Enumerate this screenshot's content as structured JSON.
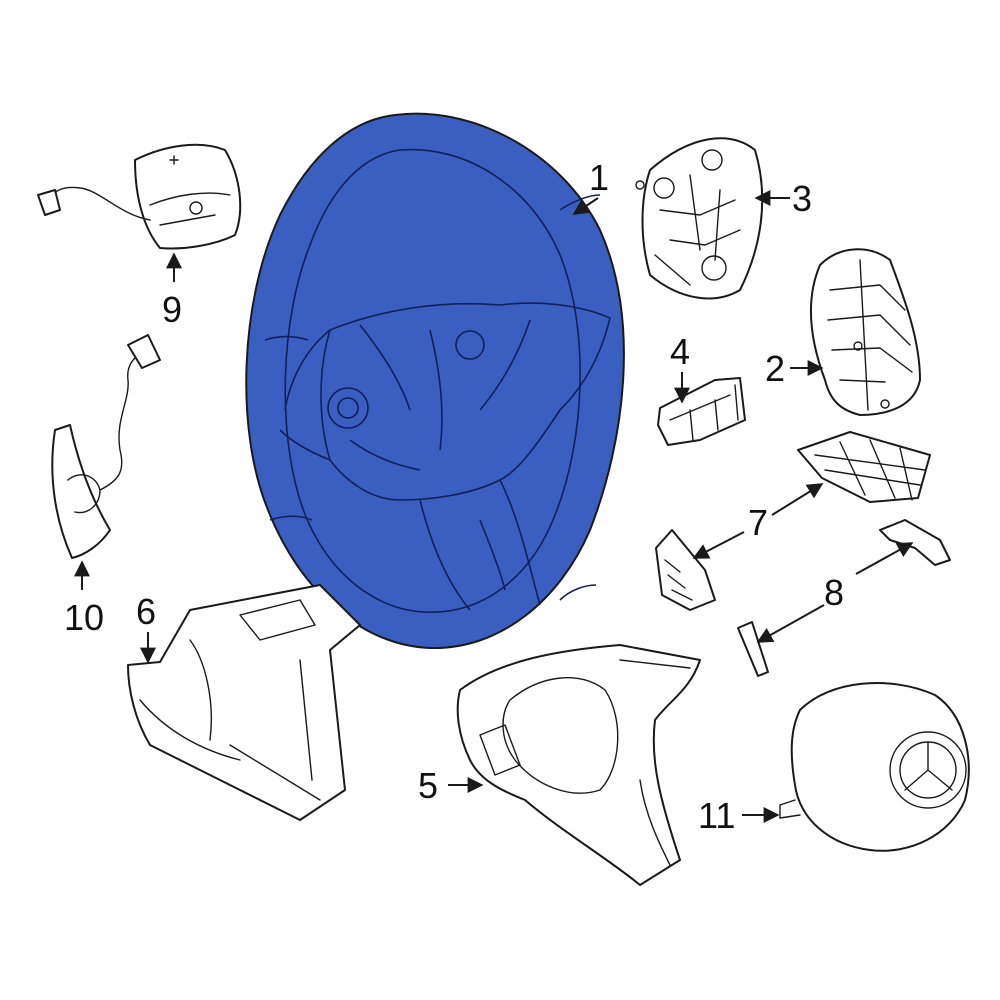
{
  "colors": {
    "highlight": "#3a5fc0",
    "line": "#1a1a1a",
    "background": "#ffffff"
  },
  "callouts": [
    {
      "id": "1",
      "label": "1"
    },
    {
      "id": "2",
      "label": "2"
    },
    {
      "id": "3",
      "label": "3"
    },
    {
      "id": "4",
      "label": "4"
    },
    {
      "id": "5",
      "label": "5"
    },
    {
      "id": "6",
      "label": "6"
    },
    {
      "id": "7",
      "label": "7"
    },
    {
      "id": "8",
      "label": "8"
    },
    {
      "id": "9",
      "label": "9"
    },
    {
      "id": "10",
      "label": "10"
    },
    {
      "id": "11",
      "label": "11"
    }
  ],
  "highlighted_part": "1"
}
